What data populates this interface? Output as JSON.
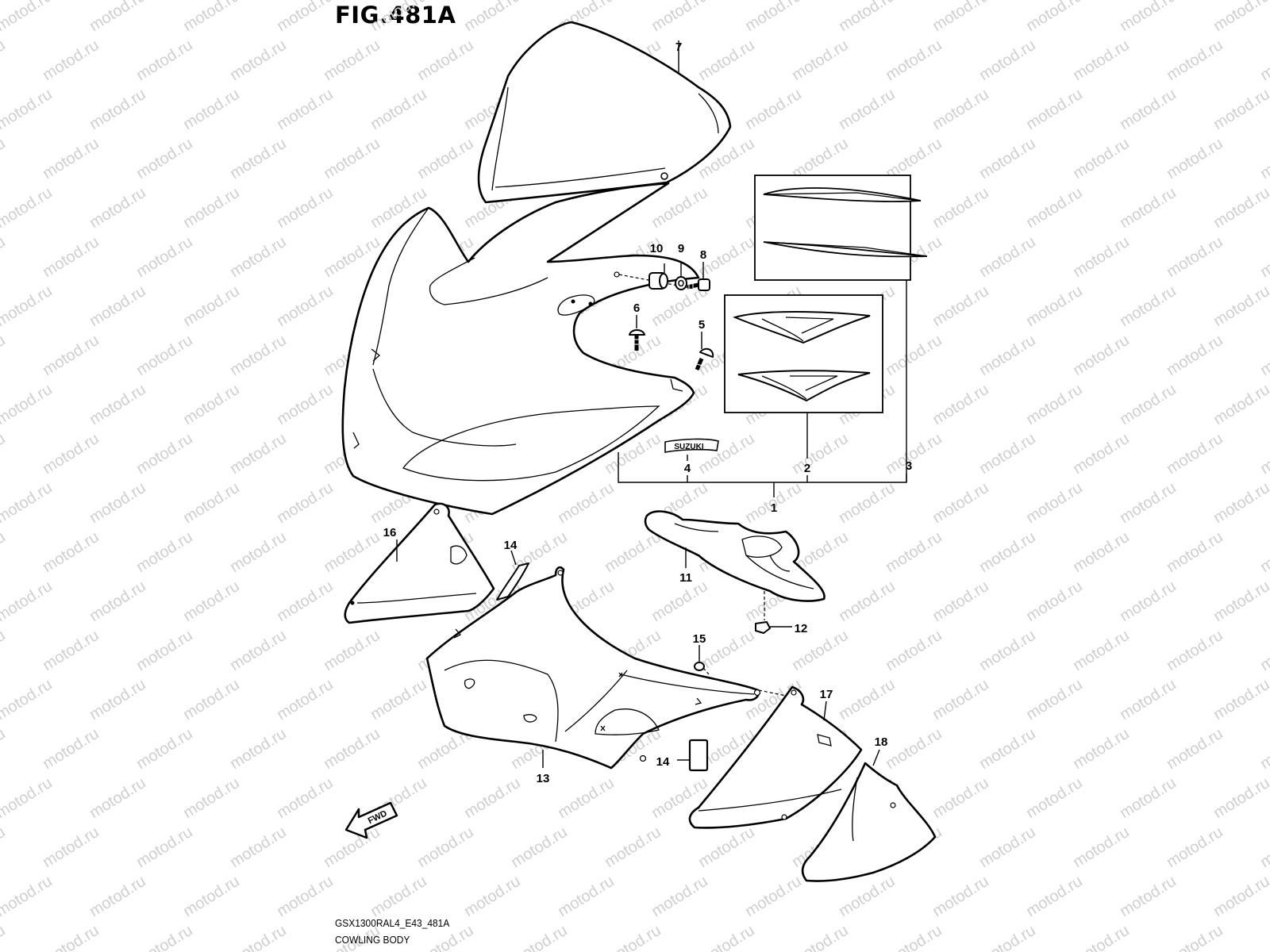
{
  "figure": {
    "title": "FIG.481A",
    "code": "GSX1300RAL4_E43_481A",
    "name": "COWLING BODY"
  },
  "watermark": "motod.ru",
  "emblem_text": "SUZUKI",
  "fwd_label": "FWD",
  "callouts": [
    {
      "id": "n7",
      "label": "7"
    },
    {
      "id": "n10",
      "label": "10"
    },
    {
      "id": "n9",
      "label": "9"
    },
    {
      "id": "n8",
      "label": "8"
    },
    {
      "id": "n6",
      "label": "6"
    },
    {
      "id": "n5",
      "label": "5"
    },
    {
      "id": "n4",
      "label": "4"
    },
    {
      "id": "n2",
      "label": "2"
    },
    {
      "id": "n3",
      "label": "3"
    },
    {
      "id": "n1",
      "label": "1"
    },
    {
      "id": "n16",
      "label": "16"
    },
    {
      "id": "n14a",
      "label": "14"
    },
    {
      "id": "n11",
      "label": "11"
    },
    {
      "id": "n12",
      "label": "12"
    },
    {
      "id": "n15",
      "label": "15"
    },
    {
      "id": "n17",
      "label": "17"
    },
    {
      "id": "n18",
      "label": "18"
    },
    {
      "id": "n14b",
      "label": "14"
    },
    {
      "id": "n13",
      "label": "13"
    }
  ]
}
